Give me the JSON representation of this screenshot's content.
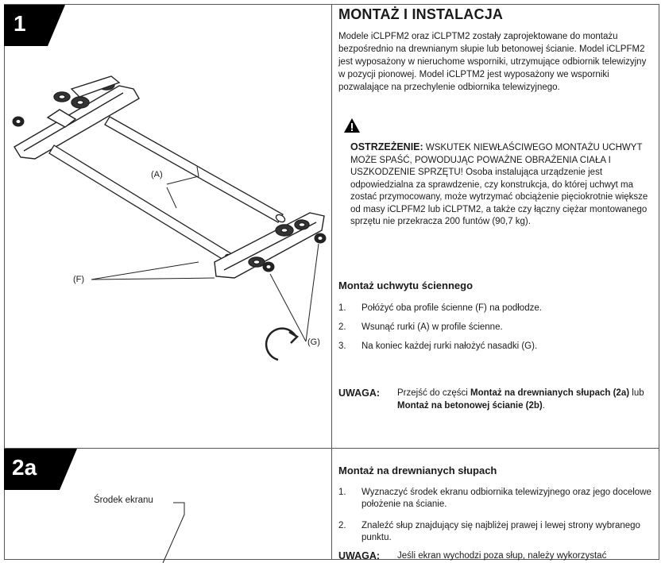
{
  "step1": {
    "badge": "1",
    "title": "MONTAŻ I INSTALACJA",
    "intro": "Modele iCLPFM2 oraz iCLPTM2 zostały zaprojektowane do montażu bezpośrednio na drewnianym słupie lub betonowej ścianie. Model iCLPFM2 jest wyposażony w nieruchome wsporniki, utrzymujące odbiornik telewizyjny w pozycji pionowej. Model iCLPTM2 jest wyposażony we wsporniki pozwalające na przechylenie odbiornika telewizyjnego.",
    "warning_label": "OSTRZEŻENIE:",
    "warning_caps": "WSKUTEK NIEWŁAŚCIWEGO MONTAŻU UCHWYT MOŻE SPAŚĆ, POWODUJĄC POWAŻNE OBRAŻENIA CIAŁA I USZKODZENIE SPRZĘTU!",
    "warning_text": "Osoba instalująca urządzenie jest odpowiedzialna za sprawdzenie, czy konstrukcja, do której uchwyt ma zostać przymocowany, może wytrzymać obciążenie pięciokrotnie większe od masy iCLPFM2 lub iCLPTM2, a także czy łączny ciężar montowanego sprzętu nie przekracza 200 funtów (90,7 kg).",
    "subheading": "Montaż uchwytu ściennego",
    "steps": [
      {
        "n": "1.",
        "text": "Połóżyć oba profile ścienne (F) na podłodze."
      },
      {
        "n": "2.",
        "text": "Wsunąć rurki (A) w profile ścienne."
      },
      {
        "n": "3.",
        "text": "Na koniec każdej rurki nałożyć nasadki (G)."
      }
    ],
    "note_label": "UWAGA:",
    "note_pre": "Przejść do części",
    "note_bold1": "Montaż na drewnianych słupach (2a)",
    "note_mid": "lub",
    "note_bold2": "Montaż na betonowej ścianie (2b)",
    "note_end": ".",
    "diagram_labels": {
      "a": "(A)",
      "f": "(F)",
      "g": "(G)"
    }
  },
  "step2a": {
    "badge": "2a",
    "subheading": "Montaż na drewnianych słupach",
    "steps": [
      {
        "n": "1.",
        "text": "Wyznaczyć środek ekranu odbiornika telewizyjnego oraz jego docelowe położenie na ścianie."
      },
      {
        "n": "2.",
        "text": "Znaleźć słup znajdujący się najbliżej prawej i lewej strony wybranego punktu."
      }
    ],
    "note_label": "UWAGA:",
    "note_text": "Jeśli ekran wychodzi poza słup, należy wykorzystać",
    "diagram_label": "Środek ekranu"
  }
}
